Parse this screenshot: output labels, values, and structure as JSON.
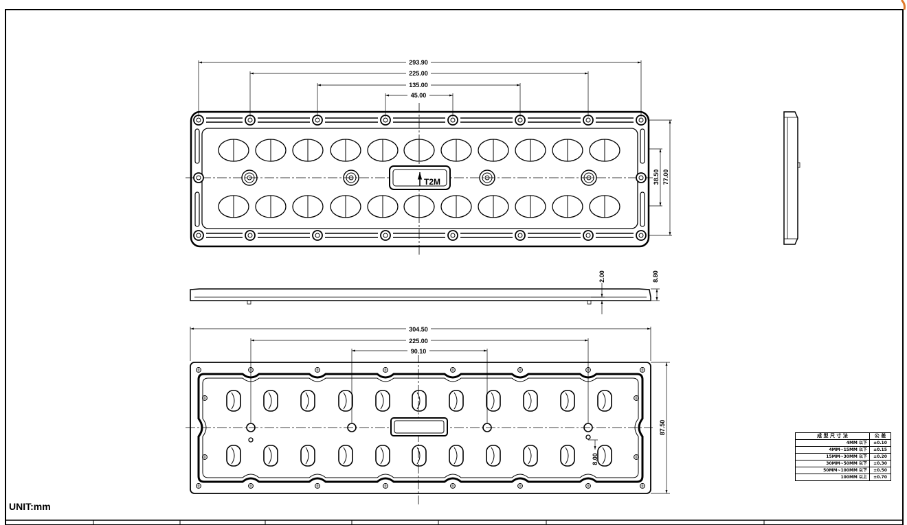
{
  "top_view": {
    "overall_width": "293.90",
    "pitch_outer": "225.00",
    "pitch_mid": "135.00",
    "pitch_inner": "45.00",
    "inner_height": "38.50",
    "overall_height": "77.00",
    "center_label": "T2M"
  },
  "section_view": {
    "flange_thickness": "2.00",
    "total_thickness": "8.80"
  },
  "bottom_view": {
    "overall_width": "304.50",
    "hole_pitch_outer": "225.00",
    "hole_pitch_inner": "90.10",
    "overall_height": "87.50",
    "pin_offset": "8.00"
  },
  "unit_label": "UNIT:mm",
  "tolerance_table": {
    "header_size": "成 型 尺 寸 法",
    "header_tol": "公 差",
    "rows": [
      {
        "range": "4MM 以下",
        "tol": "±0.10"
      },
      {
        "range": "4MM~15MM 以下",
        "tol": "±0.15"
      },
      {
        "range": "15MM~30MM 以下",
        "tol": "±0.20"
      },
      {
        "range": "30MM~50MM 以下",
        "tol": "±0.30"
      },
      {
        "range": "50MM~100MM 以下",
        "tol": "±0.50"
      },
      {
        "range": "100MM 以上",
        "tol": "±0.70"
      }
    ]
  }
}
